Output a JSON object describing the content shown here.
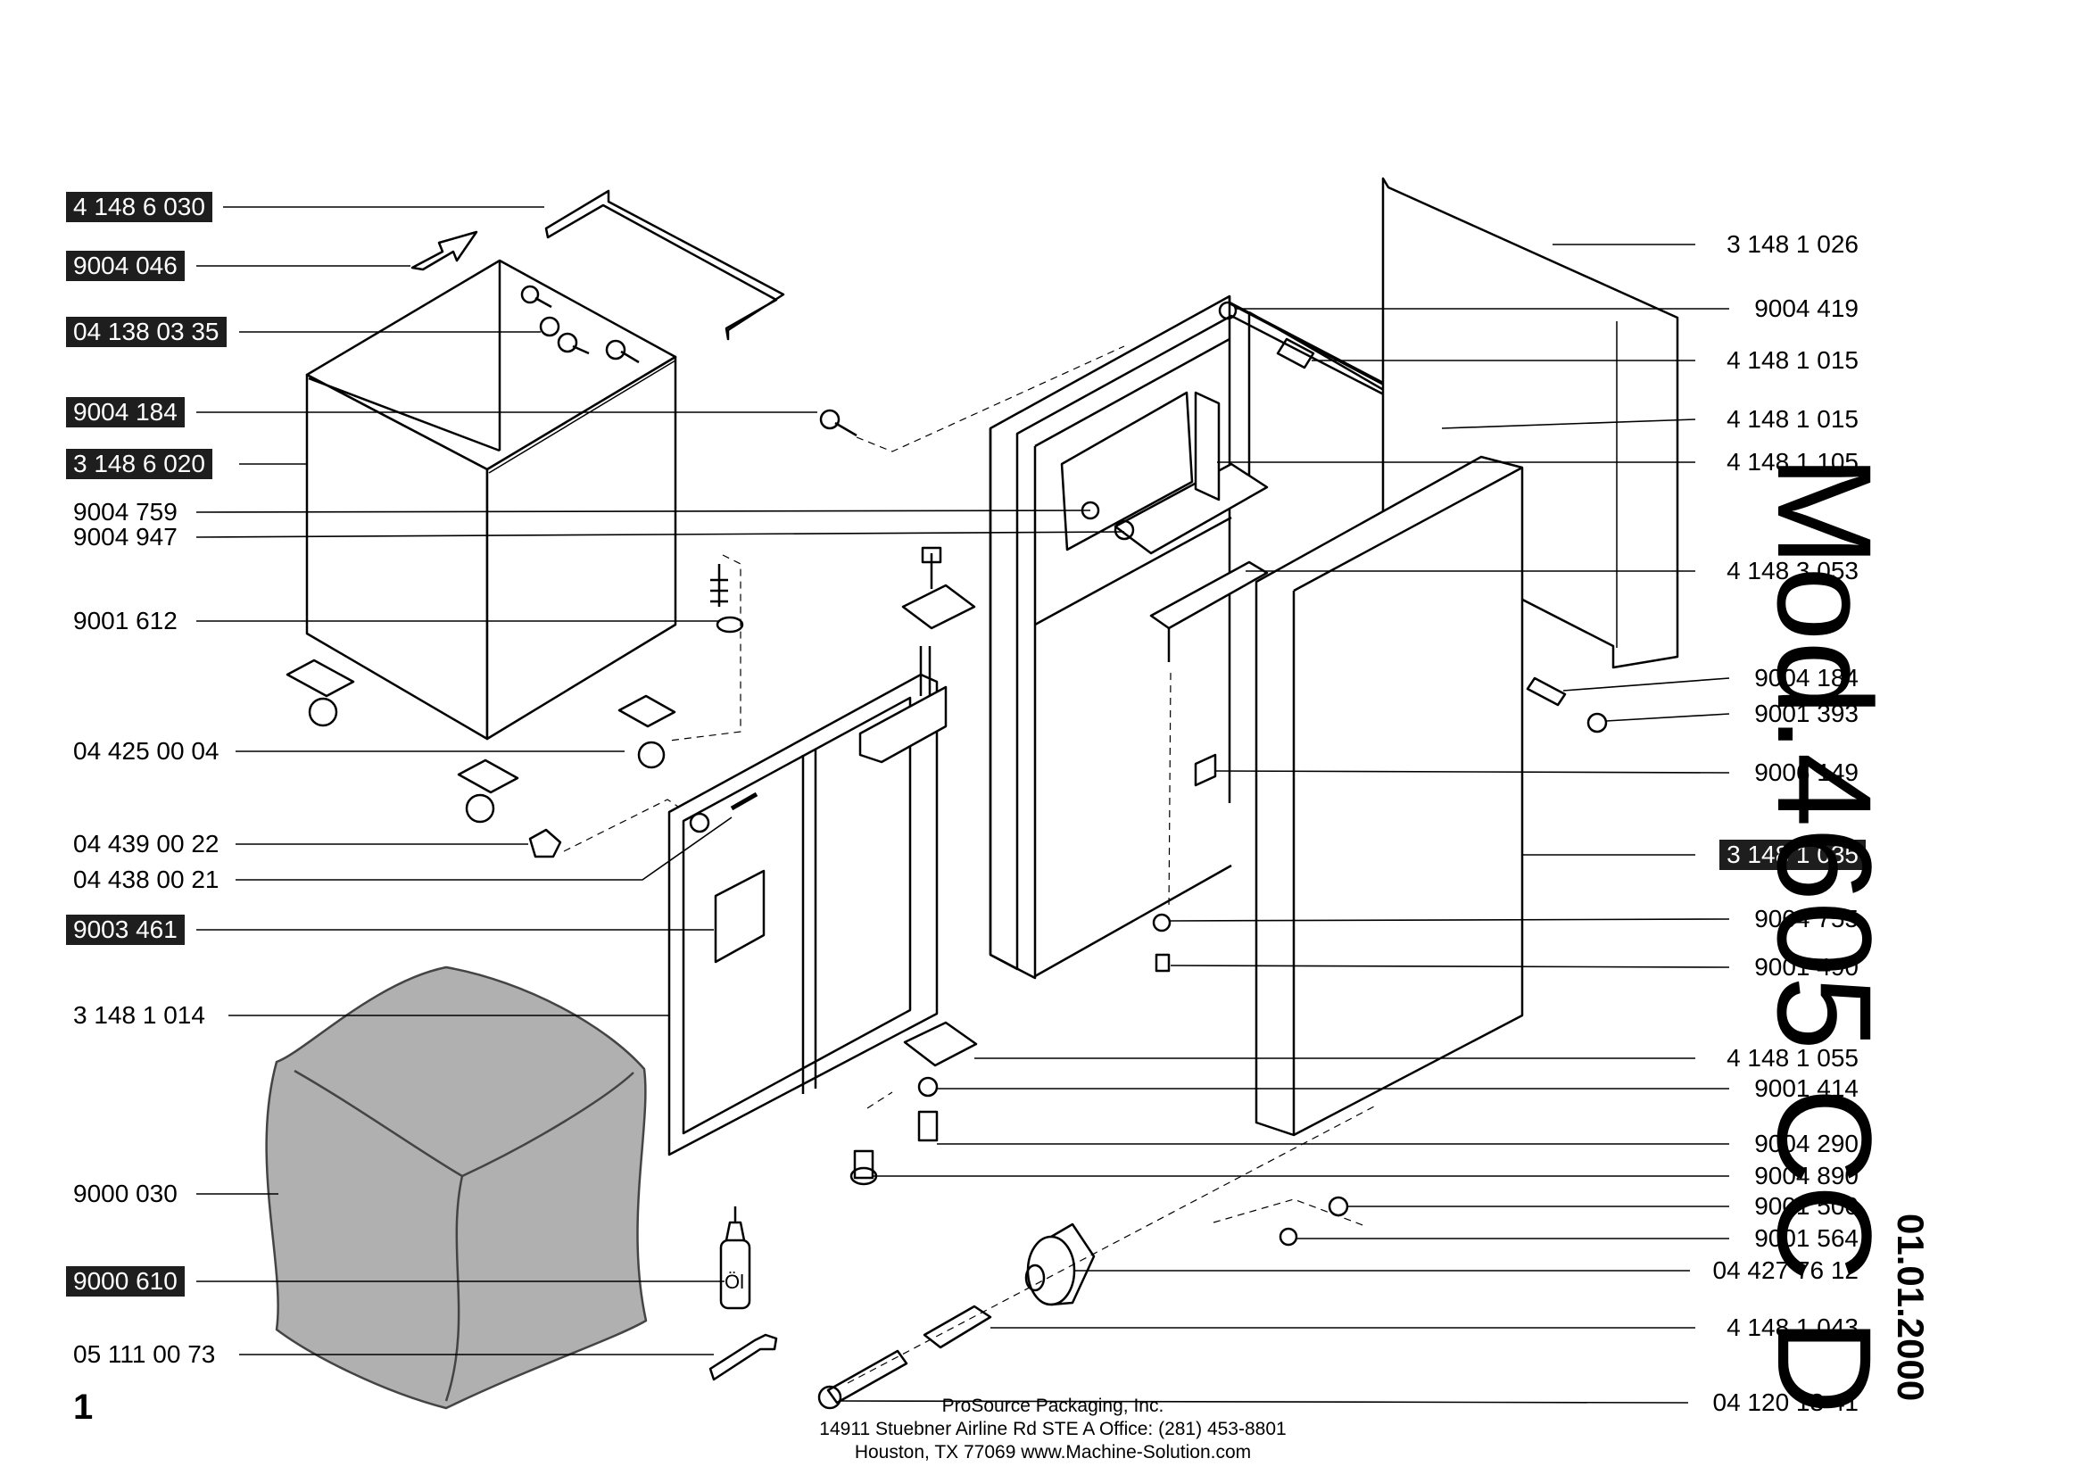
{
  "model": {
    "title": "Mod.4605 CC D",
    "date": "01.01.2000"
  },
  "page_number": "1",
  "footer": {
    "line1": "ProSource Packaging, Inc.",
    "line2": "14911 Stuebner Airline Rd STE A     Office: (281) 453-8801",
    "line3": "Houston, TX 77069   www.Machine-Solution.com"
  },
  "parts_left": [
    {
      "id": "p1",
      "text": "4 148 6 030",
      "highlight": true
    },
    {
      "id": "p2",
      "text": "9004 046",
      "highlight": true
    },
    {
      "id": "p3",
      "text": "04 138 03 35",
      "highlight": true
    },
    {
      "id": "p4",
      "text": "9004 184",
      "highlight": true
    },
    {
      "id": "p5",
      "text": "3 148 6 020",
      "highlight": true
    },
    {
      "id": "p6",
      "text": "9004 759",
      "highlight": false
    },
    {
      "id": "p7",
      "text": "9004 947",
      "highlight": false
    },
    {
      "id": "p8",
      "text": "9001 612",
      "highlight": false
    },
    {
      "id": "p9",
      "text": "04 425 00 04",
      "highlight": false
    },
    {
      "id": "p10",
      "text": "04 439 00 22",
      "highlight": false
    },
    {
      "id": "p11",
      "text": "04 438 00 21",
      "highlight": false
    },
    {
      "id": "p12",
      "text": "9003 461",
      "highlight": true
    },
    {
      "id": "p13",
      "text": "3 148 1 014",
      "highlight": false
    },
    {
      "id": "p14",
      "text": "9000 030",
      "highlight": false
    },
    {
      "id": "p15",
      "text": "9000 610",
      "highlight": true
    },
    {
      "id": "p16",
      "text": "05 111 00 73",
      "highlight": false
    }
  ],
  "parts_right": [
    {
      "id": "q1",
      "text": "3 148 1 026",
      "highlight": false
    },
    {
      "id": "q2",
      "text": "9004 419",
      "highlight": false
    },
    {
      "id": "q3",
      "text": "4 148 1 015",
      "highlight": false
    },
    {
      "id": "q4",
      "text": "4 148 1 015",
      "highlight": false
    },
    {
      "id": "q5",
      "text": "4 148 1 105",
      "highlight": false
    },
    {
      "id": "q6",
      "text": "4 148 3 053",
      "highlight": false
    },
    {
      "id": "q7",
      "text": "9004 184",
      "highlight": false
    },
    {
      "id": "q8",
      "text": "9001 393",
      "highlight": false
    },
    {
      "id": "q9",
      "text": "9006 149",
      "highlight": false
    },
    {
      "id": "q10",
      "text": "3 148 1 035",
      "highlight": true
    },
    {
      "id": "q11",
      "text": "9004 755",
      "highlight": false
    },
    {
      "id": "q12",
      "text": "9001 490",
      "highlight": false
    },
    {
      "id": "q13",
      "text": "4 148 1 055",
      "highlight": false
    },
    {
      "id": "q14",
      "text": "9001 414",
      "highlight": false
    },
    {
      "id": "q15",
      "text": "9004 290",
      "highlight": false
    },
    {
      "id": "q16",
      "text": "9004 890",
      "highlight": false
    },
    {
      "id": "q17",
      "text": "9001 500",
      "highlight": false
    },
    {
      "id": "q18",
      "text": "9001 564",
      "highlight": false
    },
    {
      "id": "q19",
      "text": "04 427 76 12",
      "highlight": false
    },
    {
      "id": "q20",
      "text": "4 148 1 043",
      "highlight": false
    },
    {
      "id": "q21",
      "text": "04 120 13 41",
      "highlight": false
    }
  ],
  "oil_bottle_label": "Öl"
}
